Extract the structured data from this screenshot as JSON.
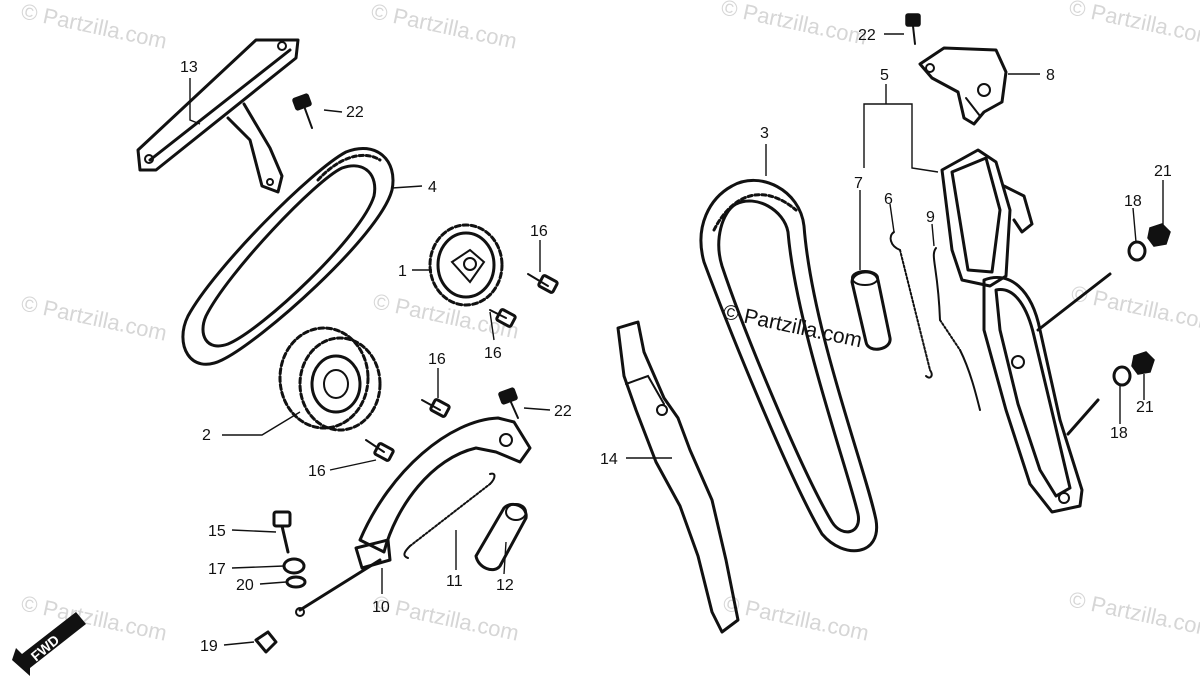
{
  "watermark": {
    "text": "© Partzilla.com",
    "center_text": "© Partzilla.com"
  },
  "direction_label": "FWD",
  "callouts": {
    "c1": "1",
    "c2": "2",
    "c3": "3",
    "c4": "4",
    "c5": "5",
    "c6": "6",
    "c7": "7",
    "c8": "8",
    "c9": "9",
    "c10": "10",
    "c11": "11",
    "c12": "12",
    "c13": "13",
    "c14": "14",
    "c15": "15",
    "c16a": "16",
    "c16b": "16",
    "c16c": "16",
    "c16d": "16",
    "c17": "17",
    "c18a": "18",
    "c18b": "18",
    "c19": "19",
    "c20": "20",
    "c21a": "21",
    "c21b": "21",
    "c22a": "22",
    "c22b": "22",
    "c22c": "22"
  }
}
